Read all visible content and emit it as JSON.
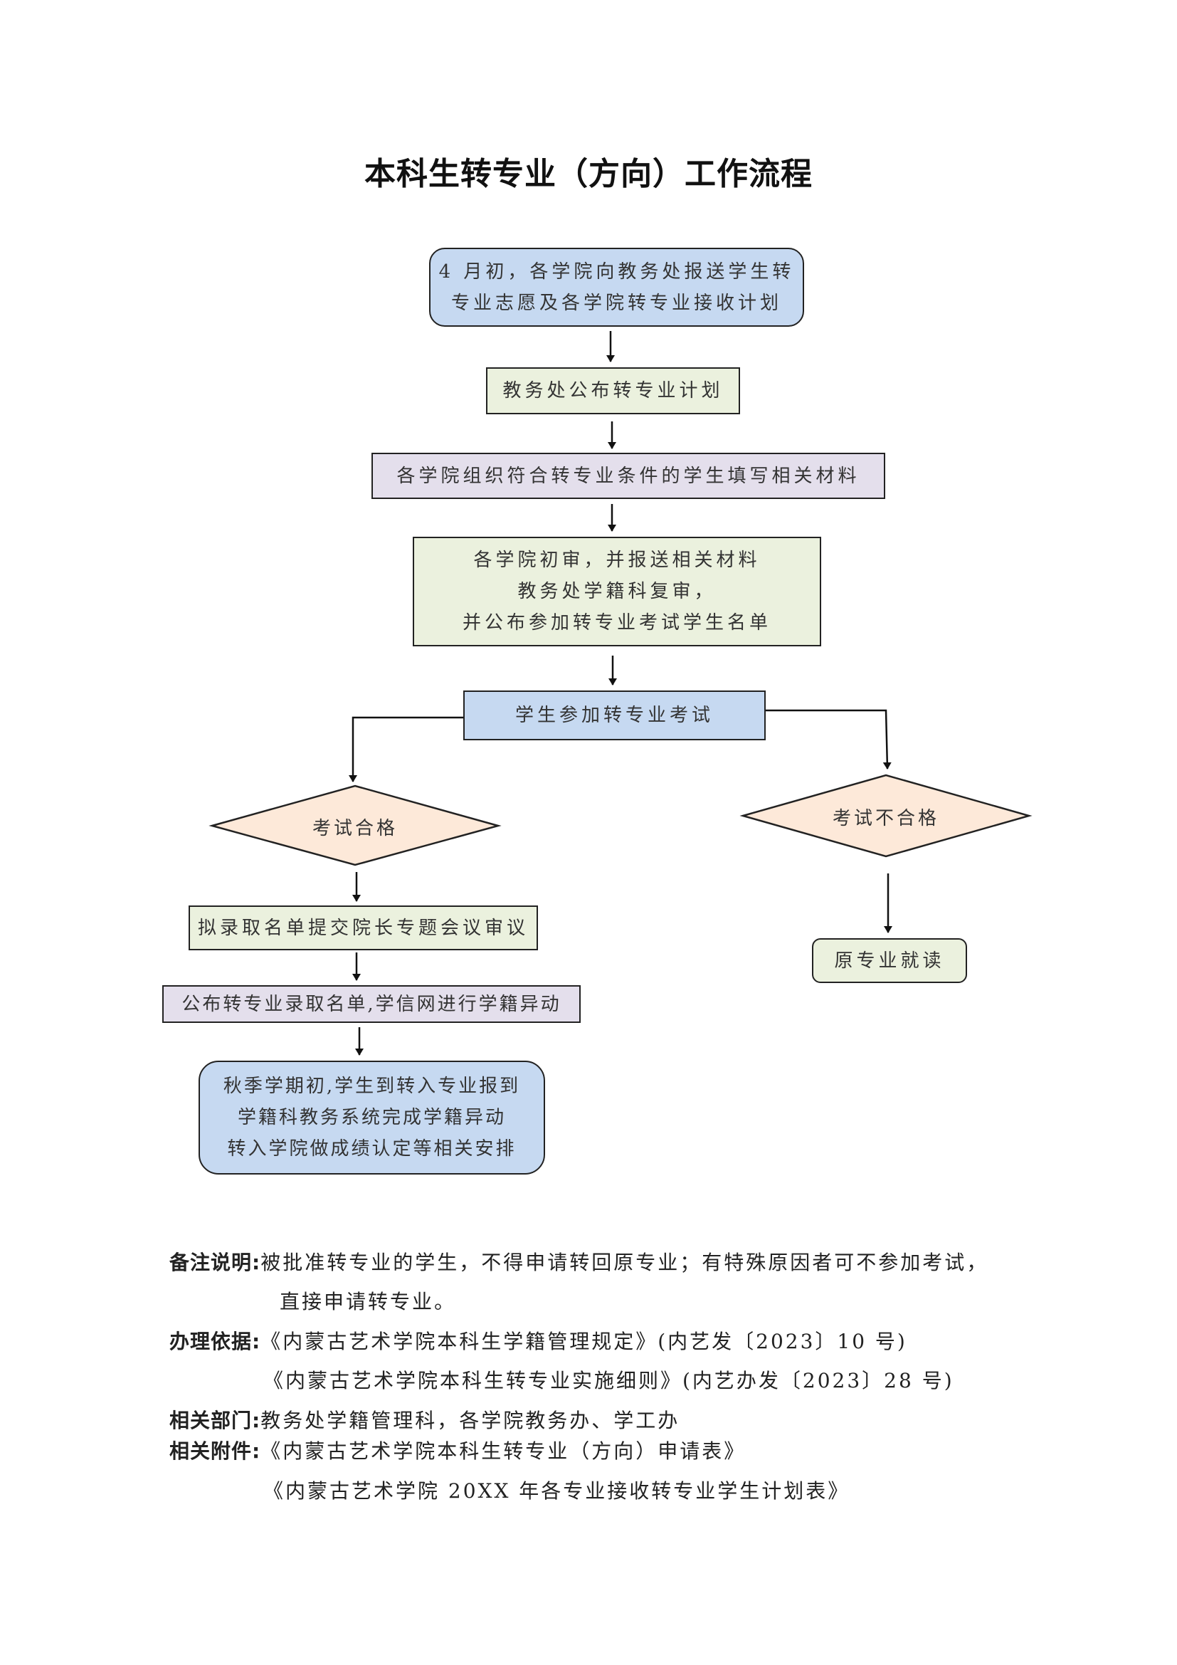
{
  "title": "本科生转专业（方向）工作流程",
  "steps": {
    "s1": [
      "4 月初，各学院向教务处报送学生转",
      "专业志愿及各学院转专业接收计划"
    ],
    "s2": "教务处公布转专业计划",
    "s3": "各学院组织符合转专业条件的学生填写相关材料",
    "s4": [
      "各学院初审，并报送相关材料",
      "教务处学籍科复审，",
      "并公布参加转专业考试学生名单"
    ],
    "s5": "学生参加转专业考试",
    "pass": "考试合格",
    "fail": "考试不合格",
    "s6": "拟录取名单提交院长专题会议审议",
    "s7": "公布转专业录取名单,学信网进行学籍异动",
    "s8": [
      "秋季学期初,学生到转入专业报到",
      "学籍科教务系统完成学籍异动",
      "转入学院做成绩认定等相关安排"
    ],
    "stay": "原专业就读"
  },
  "notes": {
    "remark_label": "备注说明:",
    "remark_lines": [
      "被批准转专业的学生，不得申请转回原专业；有特殊原因者可不参加考试，",
      "直接申请转专业。"
    ],
    "basis_label": "办理依据:",
    "basis_lines": [
      "《内蒙古艺术学院本科生学籍管理规定》(内艺发〔2023〕10 号)",
      "《内蒙古艺术学院本科生转专业实施细则》(内艺办发〔2023〕28 号)"
    ],
    "dept_label": "相关部门:",
    "dept_text": "教务处学籍管理科，各学院教务办、学工办",
    "attach_label": "相关附件:",
    "attach_lines": [
      "《内蒙古艺术学院本科生转专业（方向）申请表》",
      "《内蒙古艺术学院 20XX 年各专业接收转专业学生计划表》"
    ]
  },
  "colors": {
    "blue": "#c6d9f1",
    "green": "#ebf1de",
    "purple": "#e4dfec",
    "peach": "#fde9d9"
  }
}
